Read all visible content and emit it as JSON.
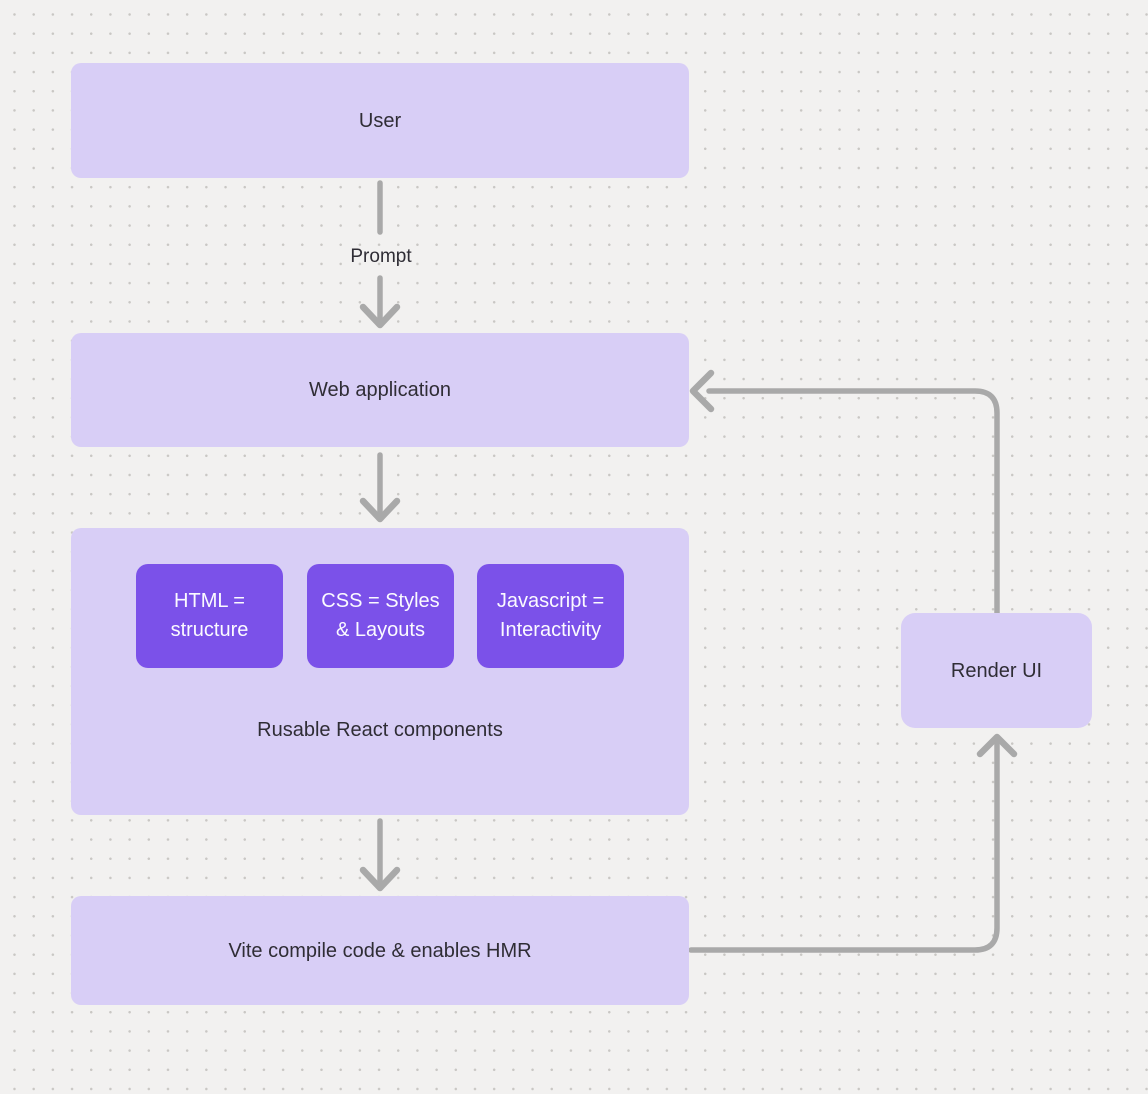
{
  "diagram": {
    "background": {
      "color": "#f2f1f0",
      "dot_color": "#c9c7c4"
    },
    "colors": {
      "node_fill": "#d8cef6",
      "accent_fill": "#7b51e9",
      "node_text": "#2f2d35",
      "accent_text": "#fbfaff",
      "connector": "#a9a9a9"
    },
    "nodes": {
      "user": {
        "label": "User"
      },
      "web_application": {
        "label": "Web application"
      },
      "components": {
        "label": "Rusable React components",
        "children": [
          {
            "label": "HTML = structure"
          },
          {
            "label": "CSS = Styles & Layouts"
          },
          {
            "label": "Javascript = Interactivity"
          }
        ]
      },
      "vite": {
        "label": "Vite compile code & enables HMR"
      },
      "render_ui": {
        "label": "Render UI"
      }
    },
    "edges": {
      "prompt_label": "Prompt"
    }
  }
}
